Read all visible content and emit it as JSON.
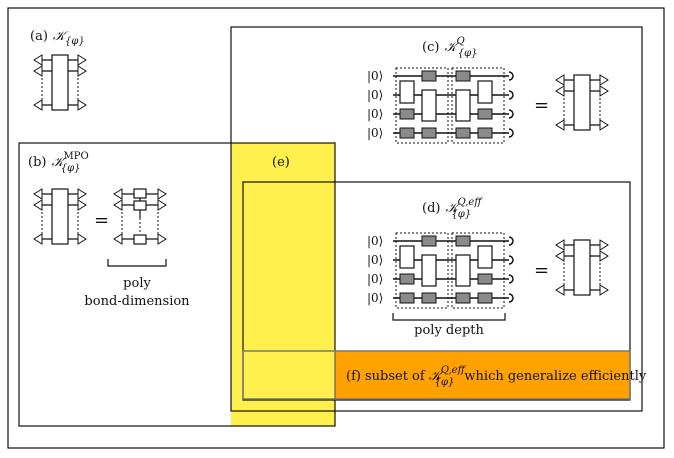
{
  "sets": {
    "a": {
      "tag": "(a)",
      "symbol": "𝒦",
      "sub": "{φ}",
      "sup": ""
    },
    "b": {
      "tag": "(b)",
      "symbol": "𝒦",
      "sub": "{φ}",
      "sup": "MPO"
    },
    "c": {
      "tag": "(c)",
      "symbol": "𝒦",
      "sub": "{φ}",
      "sup": "Q"
    },
    "d": {
      "tag": "(d)",
      "symbol": "𝒦",
      "sub": "{φ}",
      "sup": "Q,eff"
    },
    "e": {
      "tag": "(e)"
    },
    "f": {
      "tag": "(f)",
      "prefix": "subset of",
      "symbol": "𝒦",
      "sub": "{φ}",
      "sup": "Q,eff",
      "suffix": "which generalize efficiently"
    }
  },
  "annotations": {
    "poly_bond_line1": "poly",
    "poly_bond_line2": "bond-dimension",
    "poly_depth": "poly depth",
    "equals": "="
  },
  "ket_label": "|0⟩",
  "colors": {
    "yellow_region": "#fff04d",
    "orange_region": "#ffa200",
    "gray_gate": "#8a8a8a",
    "border": "#111111"
  }
}
